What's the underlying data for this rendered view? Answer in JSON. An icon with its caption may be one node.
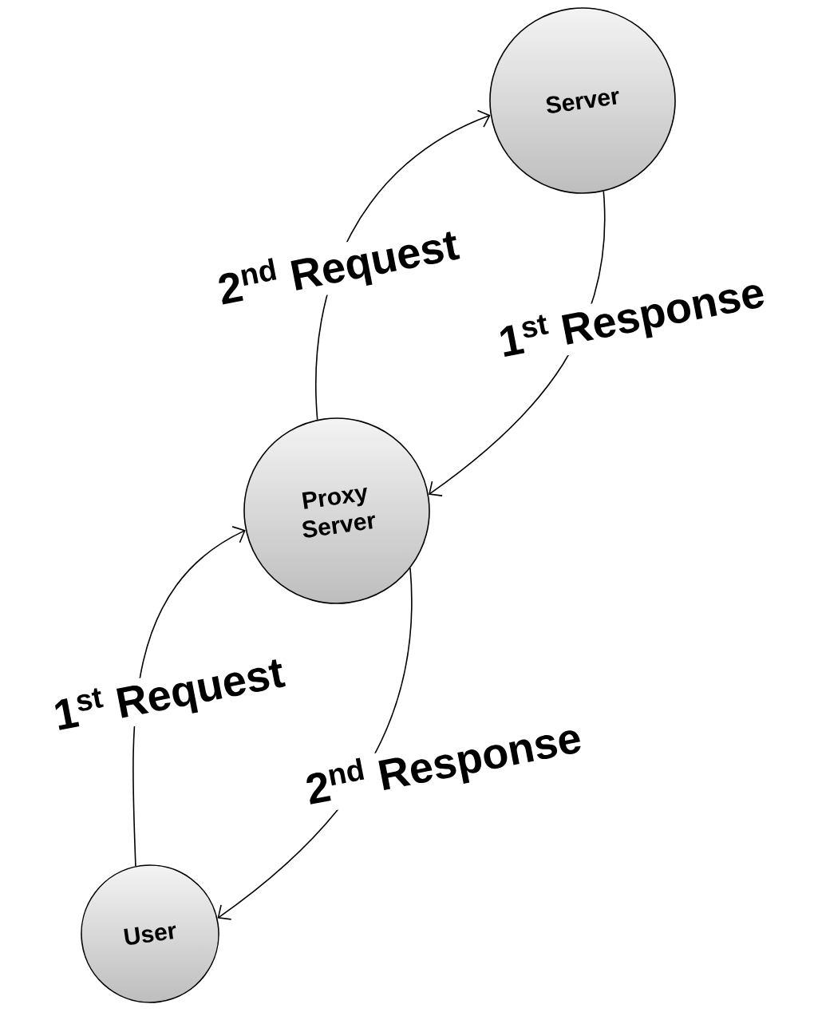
{
  "diagram": {
    "nodes": [
      {
        "text": [
          "Server"
        ]
      },
      {
        "text": [
          "Proxy Server"
        ]
      },
      {
        "text": [
          "User"
        ]
      }
    ],
    "edges": [
      {
        "from": 1,
        "to": 0,
        "arrow": "to",
        "label": "2$^{nd}$ Request"
      },
      {
        "from": 0,
        "to": 1,
        "arrow": "to",
        "label": "1$^{st}$ Response"
      },
      {
        "from": 2,
        "to": 1,
        "arrow": "to",
        "label": "1$^{st}$ Request"
      },
      {
        "from": 1,
        "to": 2,
        "arrow": "to",
        "label": "2$^{nd}$ Response"
      }
    ]
  }
}
